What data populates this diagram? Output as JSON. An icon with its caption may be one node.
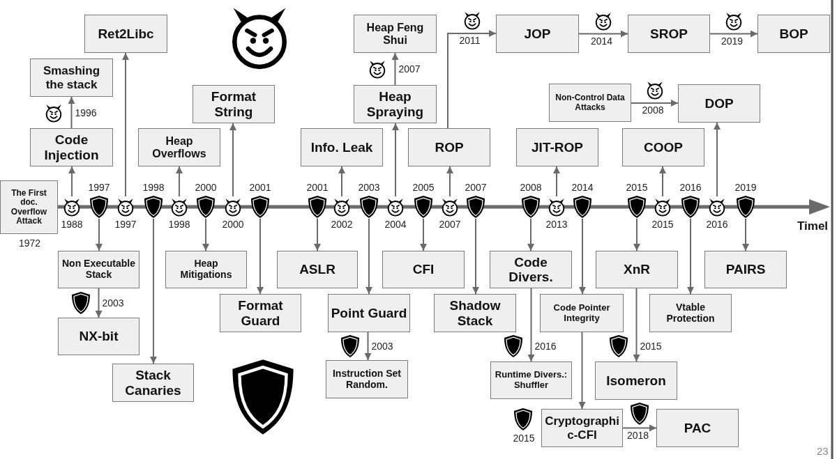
{
  "diagram": {
    "nodes": [
      {
        "text": [
          "Ret2Libc"
        ]
      },
      {
        "text": [
          "Heap Feng Shui"
        ]
      },
      {
        "text": [
          "JOP"
        ]
      },
      {
        "text": [
          "SROP"
        ]
      },
      {
        "text": [
          "BOP"
        ]
      },
      {
        "text": [
          "Smashing the stack"
        ]
      },
      {
        "text": [
          "Non-Control Data Attacks"
        ]
      },
      {
        "text": [
          "DOP"
        ]
      },
      {
        "text": [
          "Format String"
        ]
      },
      {
        "text": [
          "Heap Spraying"
        ]
      },
      {
        "text": [
          "Code Injection"
        ]
      },
      {
        "text": [
          "Heap Overflows"
        ]
      },
      {
        "text": [
          "Info. Leak"
        ]
      },
      {
        "text": [
          "ROP"
        ]
      },
      {
        "text": [
          "JIT-ROP"
        ]
      },
      {
        "text": [
          "COOP"
        ]
      },
      {
        "text": [
          "The First doc. Overflow Attack"
        ],
        "beside": [
          "1972"
        ]
      },
      {
        "text": [],
        "shape": "devil",
        "beside": [
          "1988"
        ]
      },
      {
        "text": [],
        "shape": "shield",
        "beside": [
          "1997"
        ]
      },
      {
        "text": [],
        "shape": "devil",
        "beside": [
          "1997"
        ]
      },
      {
        "text": [],
        "shape": "shield",
        "beside": [
          "1998"
        ]
      },
      {
        "text": [],
        "shape": "devil",
        "beside": [
          "1998"
        ]
      },
      {
        "text": [],
        "shape": "shield",
        "beside": [
          "2000"
        ]
      },
      {
        "text": [],
        "shape": "devil",
        "beside": [
          "2000"
        ]
      },
      {
        "text": [],
        "shape": "shield",
        "beside": [
          "2001"
        ]
      },
      {
        "text": [],
        "shape": "shield",
        "beside": [
          "2001"
        ]
      },
      {
        "text": [],
        "shape": "devil",
        "beside": [
          "2002"
        ]
      },
      {
        "text": [],
        "shape": "shield",
        "beside": [
          "2003"
        ]
      },
      {
        "text": [],
        "shape": "devil",
        "beside": [
          "2004"
        ]
      },
      {
        "text": [],
        "shape": "shield",
        "beside": [
          "2005"
        ]
      },
      {
        "text": [],
        "shape": "devil",
        "beside": [
          "2007"
        ]
      },
      {
        "text": [],
        "shape": "shield",
        "beside": [
          "2007"
        ]
      },
      {
        "text": [],
        "shape": "shield",
        "beside": [
          "2008"
        ]
      },
      {
        "text": [],
        "shape": "devil",
        "beside": [
          "2013"
        ]
      },
      {
        "text": [],
        "shape": "shield",
        "beside": [
          "2014"
        ]
      },
      {
        "text": [],
        "shape": "shield",
        "beside": [
          "2015"
        ]
      },
      {
        "text": [],
        "shape": "devil",
        "beside": [
          "2015"
        ]
      },
      {
        "text": [],
        "shape": "shield",
        "beside": [
          "2016"
        ]
      },
      {
        "text": [],
        "shape": "devil",
        "beside": [
          "2016"
        ]
      },
      {
        "text": [],
        "shape": "shield",
        "beside": [
          "2019"
        ]
      },
      {
        "text": [
          "Non Executable Stack"
        ]
      },
      {
        "text": [
          "Heap Mitigations"
        ]
      },
      {
        "text": [
          "ASLR"
        ]
      },
      {
        "text": [
          "CFI"
        ]
      },
      {
        "text": [
          "Code Divers."
        ]
      },
      {
        "text": [
          "XnR"
        ]
      },
      {
        "text": [
          "PAIRS"
        ]
      },
      {
        "text": [
          "Format Guard"
        ]
      },
      {
        "text": [
          "Point Guard"
        ]
      },
      {
        "text": [
          "Shadow Stack"
        ]
      },
      {
        "text": [
          "Code Pointer Integrity"
        ]
      },
      {
        "text": [
          "Vtable Protection"
        ]
      },
      {
        "text": [
          "NX-bit"
        ]
      },
      {
        "text": [
          "Instruction Set Random."
        ]
      },
      {
        "text": [
          "Runtime Divers.: Shuffler"
        ]
      },
      {
        "text": [
          "Isomeron"
        ]
      },
      {
        "text": [
          "Stack Canaries"
        ]
      },
      {
        "text": [
          "Cryptographic-CFI"
        ],
        "beside": [
          "2015"
        ]
      },
      {
        "text": [
          "PAC"
        ]
      }
    ],
    "edges": [
      {
        "from": 17,
        "to": 10,
        "arrow": "to"
      },
      {
        "from": 18,
        "to": 40,
        "arrow": "to"
      },
      {
        "from": 19,
        "to": 0,
        "arrow": "to"
      },
      {
        "from": 20,
        "to": 56,
        "arrow": "to"
      },
      {
        "from": 21,
        "to": 11,
        "arrow": "to"
      },
      {
        "from": 22,
        "to": 41,
        "arrow": "to"
      },
      {
        "from": 23,
        "to": 8,
        "arrow": "to"
      },
      {
        "from": 24,
        "to": 47,
        "arrow": "to"
      },
      {
        "from": 25,
        "to": 42,
        "arrow": "to"
      },
      {
        "from": 26,
        "to": 12,
        "arrow": "to"
      },
      {
        "from": 27,
        "to": 48,
        "arrow": "to"
      },
      {
        "from": 28,
        "to": 9,
        "arrow": "to"
      },
      {
        "from": 29,
        "to": 43,
        "arrow": "to"
      },
      {
        "from": 30,
        "to": 13,
        "arrow": "to"
      },
      {
        "from": 31,
        "to": 49,
        "arrow": "to"
      },
      {
        "from": 32,
        "to": 44,
        "arrow": "to"
      },
      {
        "from": 33,
        "to": 14,
        "arrow": "to"
      },
      {
        "from": 34,
        "to": 50,
        "arrow": "to"
      },
      {
        "from": 35,
        "to": 45,
        "arrow": "to"
      },
      {
        "from": 36,
        "to": 15,
        "arrow": "to"
      },
      {
        "from": 37,
        "to": 51,
        "arrow": "to"
      },
      {
        "from": 38,
        "to": 7,
        "arrow": "to"
      },
      {
        "from": 39,
        "to": 46,
        "arrow": "to"
      },
      {
        "from": 10,
        "to": 5,
        "arrow": "to",
        "label": "1996"
      },
      {
        "from": 9,
        "to": 1,
        "arrow": "to",
        "label": "2007"
      },
      {
        "from": 13,
        "to": 2,
        "arrow": "to",
        "label": "2011"
      },
      {
        "from": 2,
        "to": 3,
        "arrow": "to",
        "label": "2014"
      },
      {
        "from": 3,
        "to": 4,
        "arrow": "to",
        "label": "2019"
      },
      {
        "from": 6,
        "to": 7,
        "arrow": "to",
        "label": "2008"
      },
      {
        "from": 40,
        "to": 52,
        "arrow": "to",
        "label": "2003"
      },
      {
        "from": 48,
        "to": 53,
        "arrow": "to",
        "label": "2003"
      },
      {
        "from": 44,
        "to": 54,
        "arrow": "to",
        "label": "2016"
      },
      {
        "from": 45,
        "to": 55,
        "arrow": "to",
        "label": "2015"
      },
      {
        "from": 50,
        "to": 57,
        "arrow": "to"
      },
      {
        "from": 57,
        "to": 58,
        "arrow": "to",
        "label": "2018"
      }
    ],
    "labels": [
      "Timel",
      "23"
    ]
  }
}
